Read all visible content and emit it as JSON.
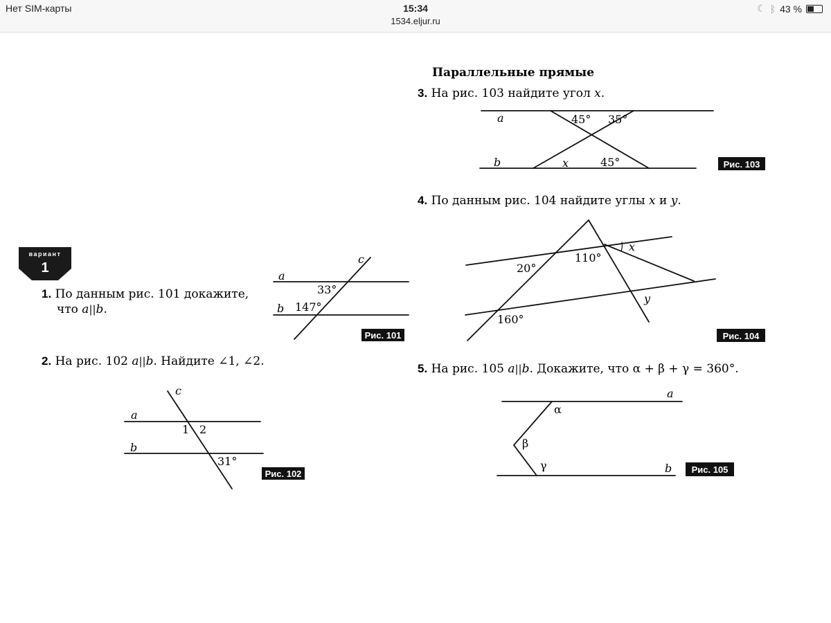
{
  "status_bar": {
    "carrier": "Нет SIM-карты",
    "time": "15:34",
    "url": "1534.eljur.ru",
    "battery": "43 %",
    "battery_level": 0.43
  },
  "variant": {
    "label": "вариант",
    "number": "1"
  },
  "section_title": "Параллельные прямые",
  "tasks": [
    {
      "num": "1.",
      "text_line1": "По данным рис. 101 докажите,",
      "text_line2_a": "что ",
      "var_a": "a",
      "par": "||",
      "var_b": "b",
      "end": "."
    },
    {
      "num": "2.",
      "text_a": "На рис. 102 ",
      "var_a": "a",
      "par": "||",
      "var_b": "b",
      "text_b": ". Найдите ∠1, ∠2."
    },
    {
      "num": "3.",
      "text": "На рис. 103 найдите угол ",
      "var": "x",
      "end": "."
    },
    {
      "num": "4.",
      "text": "По данным рис. 104 найдите углы ",
      "var_x": "x",
      "and": " и ",
      "var_y": "y",
      "end": "."
    },
    {
      "num": "5.",
      "text_a": "На рис. 105 ",
      "var_a": "a",
      "par": "||",
      "var_b": "b",
      "text_b": ". Докажите, что α + β + γ = 360°."
    }
  ],
  "figures": {
    "fig101": {
      "caption": "Рис. 101",
      "a": "a",
      "b": "b",
      "c": "c",
      "angle1": "33°",
      "angle2": "147°"
    },
    "fig102": {
      "caption": "Рис. 102",
      "a": "a",
      "b": "b",
      "c": "c",
      "n1": "1",
      "n2": "2",
      "angle": "31°"
    },
    "fig103": {
      "caption": "Рис. 103",
      "a": "a",
      "b": "b",
      "angle1": "45°",
      "angle2": "35°",
      "x": "x",
      "angle3": "45°"
    },
    "fig104": {
      "caption": "Рис. 104",
      "angle1": "20°",
      "angle2": "110°",
      "angle3": "160°",
      "x": "x",
      "y": "y"
    },
    "fig105": {
      "caption": "Рис. 105",
      "a": "a",
      "b": "b",
      "alpha": "α",
      "beta": "β",
      "gamma": "γ"
    }
  }
}
